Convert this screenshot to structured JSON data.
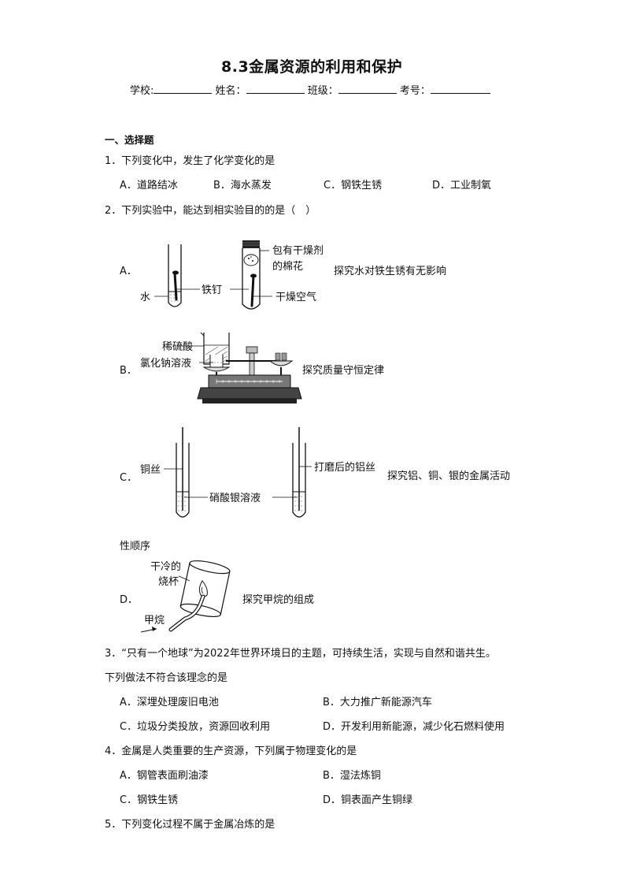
{
  "header": {
    "title": "8.3金属资源的利用和保护",
    "school_label": "学校:",
    "name_label": "姓名：",
    "class_label": "班级：",
    "exam_no_label": "考号："
  },
  "section": {
    "title": "一、选择题"
  },
  "questions": [
    {
      "number": "1．",
      "stem": "下列变化中，发生了化学变化的是",
      "options": [
        "A．道路结冰",
        "B．海水蒸发",
        "C．钢铁生锈",
        "D．工业制氧"
      ]
    },
    {
      "number": "2．",
      "stem": "下列实验中，能达到相实验目的的是（　）",
      "options": [
        {
          "letter": "A．",
          "labels": [
            "水",
            "铁钉",
            "包有干燥剂",
            "的棉花",
            "干燥空气"
          ],
          "purpose": "探究水对铁生锈有无影响"
        },
        {
          "letter": "B．",
          "labels": [
            "稀硫酸",
            "氯化钠溶液"
          ],
          "purpose": "探究质量守恒定律"
        },
        {
          "letter": "C．",
          "labels": [
            "铜丝",
            "硝酸银溶液",
            "打磨后的铝丝"
          ],
          "purpose": "探究铝、铜、银的金属活动",
          "purpose_cont": "性顺序"
        },
        {
          "letter": "D．",
          "labels": [
            "干冷的",
            "烧杯",
            "甲烷"
          ],
          "purpose": "探究甲烷的组成"
        }
      ]
    },
    {
      "number": "3．",
      "stem_line1": "“只有一个地球”为2022年世界环境日的主题，可持续生活，实现与自然和谐共生。",
      "stem_line2": "下列做法不符合该理念的是",
      "options": [
        "A．深埋处理废旧电池",
        "B．大力推广新能源汽车",
        "C．垃圾分类投放，资源回收利用",
        "D．开发利用新能源，减少化石燃料使用"
      ]
    },
    {
      "number": "4．",
      "stem": "金属是人类重要的生产资源，下列属于物理变化的是",
      "options": [
        "A．钢管表面刷油漆",
        "B．湿法炼铜",
        "C．钢铁生锈",
        "D．铜表面产生铜绿"
      ]
    },
    {
      "number": "5．",
      "stem": "下列变化过程不属于金属冶炼的是"
    }
  ]
}
